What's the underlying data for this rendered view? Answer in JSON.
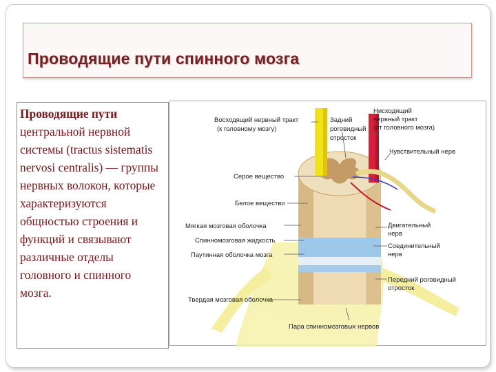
{
  "slide": {
    "title": "Проводящие пути спинного мозга",
    "text_bold": "Проводящие пути",
    "text_rest": " центральной нервной системы (tractus sistematis nervosi centralis) — группы нервных волокон, которые характеризуются общностью строения и функций и связывают различные отделы головного и спинного мозга."
  },
  "figure": {
    "labels": {
      "ascending_1": "Восходящий нервный тракт",
      "ascending_2": "(к головному мозгу)",
      "posterior_horn_1": "Задний",
      "posterior_horn_2": "роговидный",
      "posterior_horn_3": "отросток",
      "descending_1": "Нисходящий",
      "descending_2": "нервный тракт",
      "descending_3": "(от головного мозга)",
      "sensory_nerve": "Чувствительный нерв",
      "gray_matter": "Серое вещество",
      "white_matter": "Белое вещество",
      "pia_mater": "Мягкая мозговая оболочка",
      "csf": "Спинномозговая жидкость",
      "arachnoid": "Паутинная оболочка мозга",
      "motor_nerve_1": "Двигательный",
      "motor_nerve_2": "нерв",
      "connecting_nerve_1": "Соединительный",
      "connecting_nerve_2": "нерв",
      "anterior_horn_1": "Передний роговидный",
      "anterior_horn_2": "отросток",
      "dura_mater": "Твердая мозговая оболочка",
      "spinal_nerves": "Пара спинномозговых нервов"
    },
    "colors": {
      "ascending_tract": "#f2e21a",
      "descending_tract": "#d8203a",
      "gray_matter": "#e8cfa0",
      "white_matter": "#efe2c2",
      "csf": "#9bc6e8",
      "dura": "#f3ef9a"
    }
  }
}
